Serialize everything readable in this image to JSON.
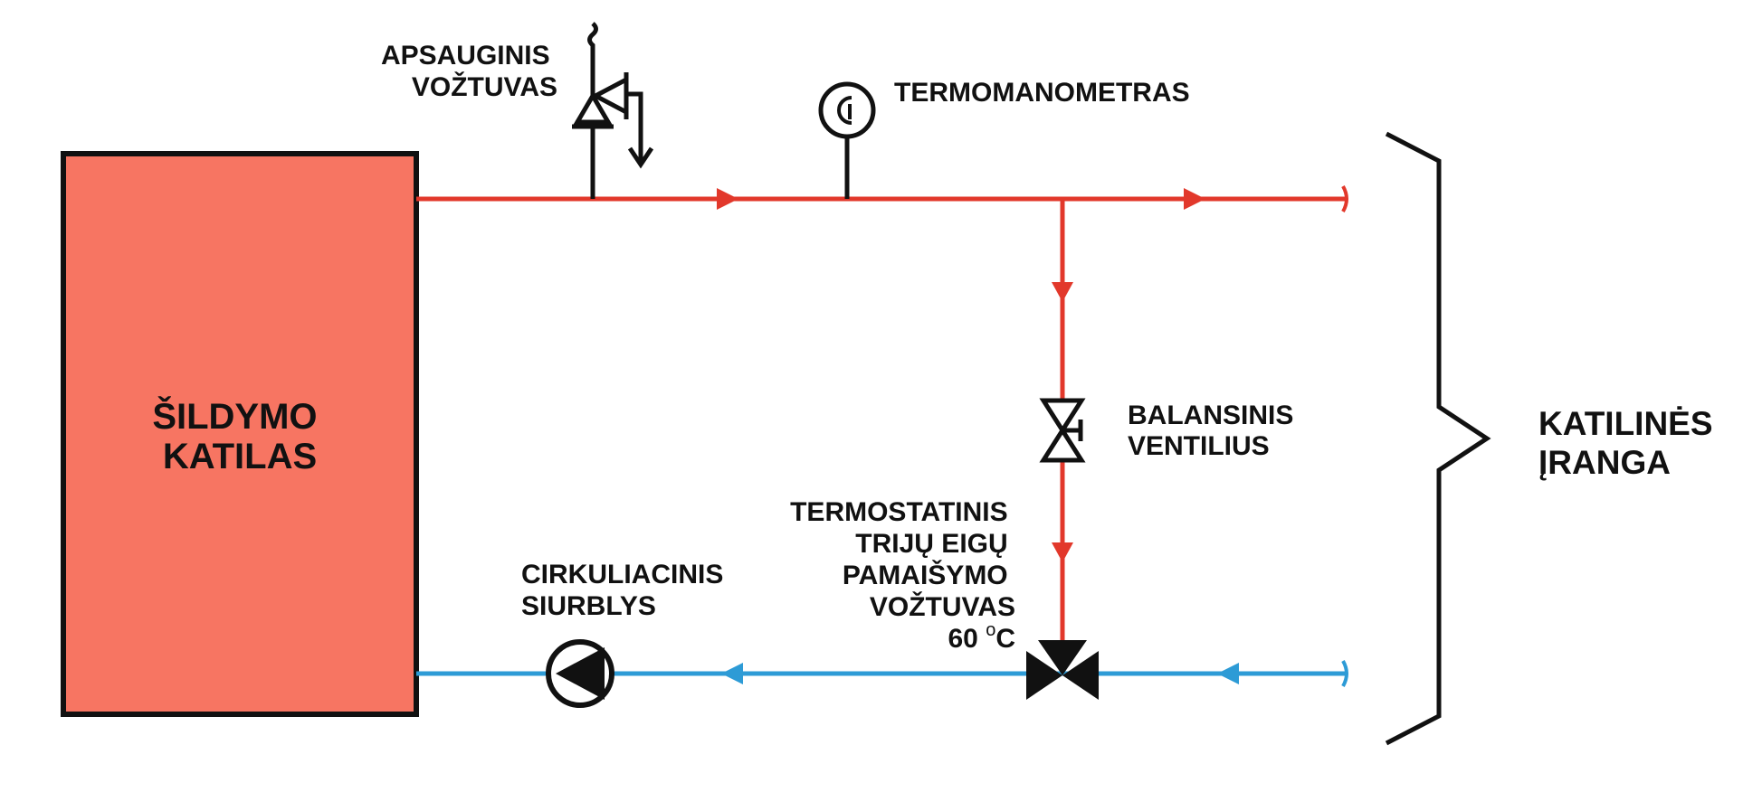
{
  "colors": {
    "supply": "#e2382b",
    "return": "#2d9bd6",
    "boiler_fill": "#f77562",
    "outline": "#111111"
  },
  "boiler": {
    "line1": "ŠILDYMO",
    "line2": "KATILAS"
  },
  "safety_valve": {
    "line1": "APSAUGINIS",
    "line2": "VOŽTUVAS",
    "icon": "safety-valve-icon"
  },
  "thermomanometer": {
    "label": "TERMOMANOMETRAS",
    "icon": "gauge-icon"
  },
  "balancing_valve": {
    "line1": "BALANSINIS",
    "line2": "VENTILIUS",
    "icon": "balancing-valve-icon"
  },
  "mixing_valve": {
    "line1": "TERMOSTATINIS",
    "line2": "TRIJŲ EIGŲ",
    "line3": "PAMAIŠYMO",
    "line4": "VOŽTUVAS",
    "temp_value": "60",
    "temp_degree": "o",
    "temp_unit": "C",
    "icon": "three-way-valve-icon"
  },
  "pump": {
    "line1": "CIRKULIACINIS",
    "line2": "SIURBLYS",
    "icon": "pump-icon"
  },
  "equipment_group": {
    "line1": "KATILINĖS",
    "line2": "ĮRANGA",
    "icon": "brace-icon"
  }
}
